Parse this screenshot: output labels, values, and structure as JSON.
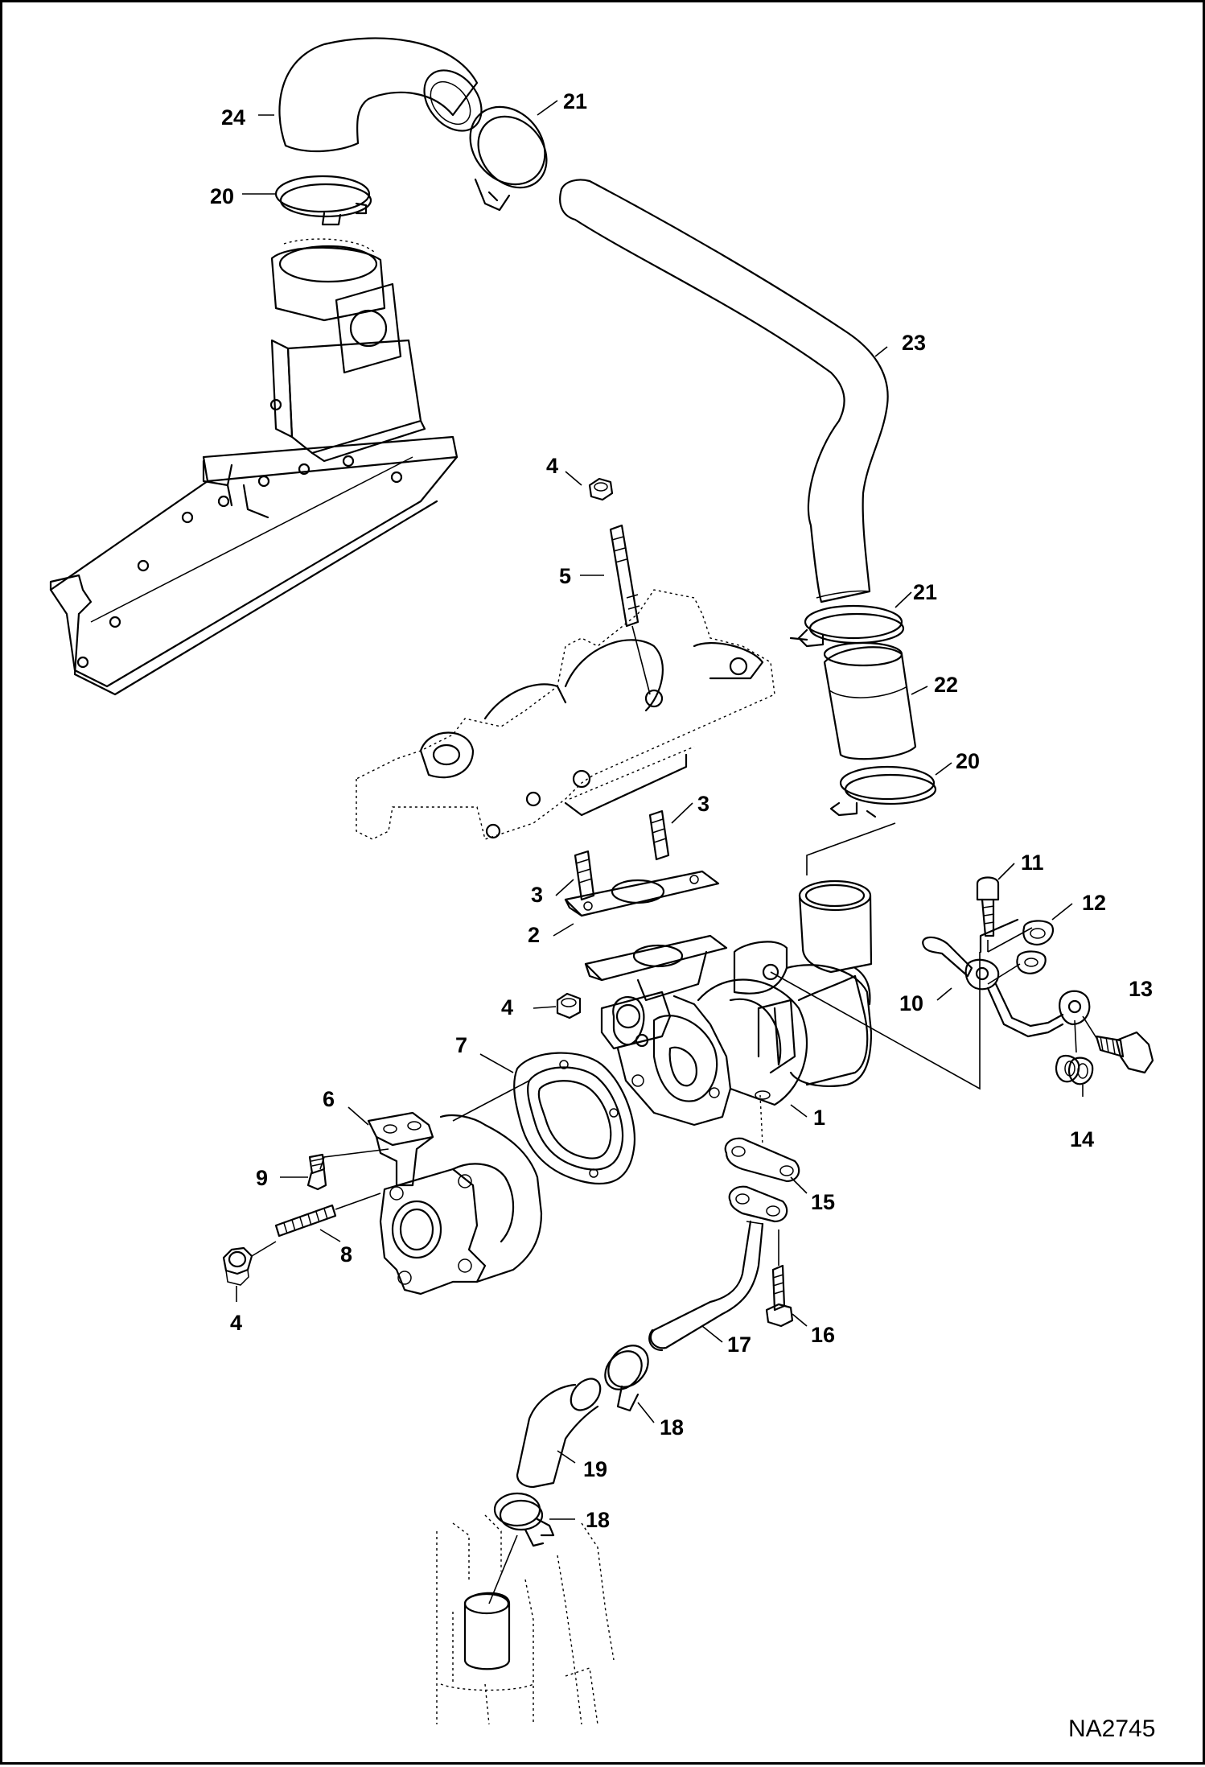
{
  "figure_id": "NA2745",
  "callouts": [
    {
      "id": "c24a",
      "label": "24"
    },
    {
      "id": "c21a",
      "label": "21"
    },
    {
      "id": "c20a",
      "label": "20"
    },
    {
      "id": "c23",
      "label": "23"
    },
    {
      "id": "c4a",
      "label": "4"
    },
    {
      "id": "c5",
      "label": "5"
    },
    {
      "id": "c21b",
      "label": "21"
    },
    {
      "id": "c22",
      "label": "22"
    },
    {
      "id": "c20b",
      "label": "20"
    },
    {
      "id": "c3a",
      "label": "3"
    },
    {
      "id": "c3b",
      "label": "3"
    },
    {
      "id": "c2",
      "label": "2"
    },
    {
      "id": "c11",
      "label": "11"
    },
    {
      "id": "c12",
      "label": "12"
    },
    {
      "id": "c10",
      "label": "10"
    },
    {
      "id": "c13",
      "label": "13"
    },
    {
      "id": "c4b",
      "label": "4"
    },
    {
      "id": "c7",
      "label": "7"
    },
    {
      "id": "c1",
      "label": "1"
    },
    {
      "id": "c14",
      "label": "14"
    },
    {
      "id": "c6",
      "label": "6"
    },
    {
      "id": "c9",
      "label": "9"
    },
    {
      "id": "c15",
      "label": "15"
    },
    {
      "id": "c8",
      "label": "8"
    },
    {
      "id": "c16",
      "label": "16"
    },
    {
      "id": "c4c",
      "label": "4"
    },
    {
      "id": "c17",
      "label": "17"
    },
    {
      "id": "c18a",
      "label": "18"
    },
    {
      "id": "c19",
      "label": "19"
    },
    {
      "id": "c18b",
      "label": "18"
    }
  ]
}
